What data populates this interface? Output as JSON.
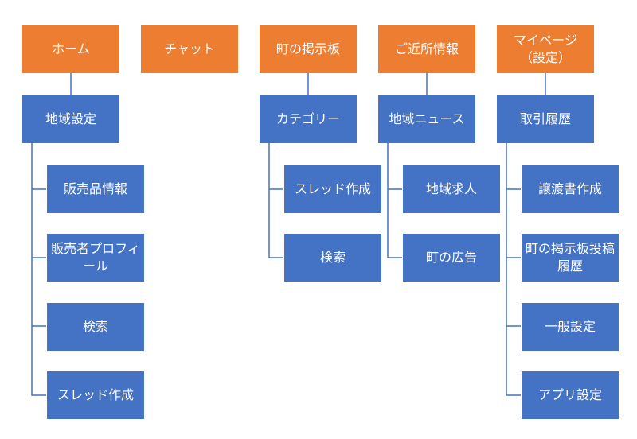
{
  "colors": {
    "top": "#ed7d31",
    "node": "#4472c4",
    "line": "#4472c4"
  },
  "columns": [
    {
      "label": "ホーム",
      "child": {
        "label": "地域設定",
        "children": [
          "販売品情報",
          "販売者プロフィール",
          "検索",
          "スレッド作成"
        ]
      }
    },
    {
      "label": "チャット"
    },
    {
      "label": "町の掲示板",
      "child": {
        "label": "カテゴリー",
        "children": [
          "スレッド作成",
          "検索"
        ]
      }
    },
    {
      "label": "ご近所情報",
      "child": {
        "label": "地域ニュース",
        "children": [
          "地域求人",
          "町の広告"
        ]
      }
    },
    {
      "label": "マイページ\n（設定）",
      "child": {
        "label": "取引履歴",
        "children": [
          "譲渡書作成",
          "町の掲示板投稿履歴",
          "一般設定",
          "アプリ設定"
        ]
      }
    }
  ]
}
